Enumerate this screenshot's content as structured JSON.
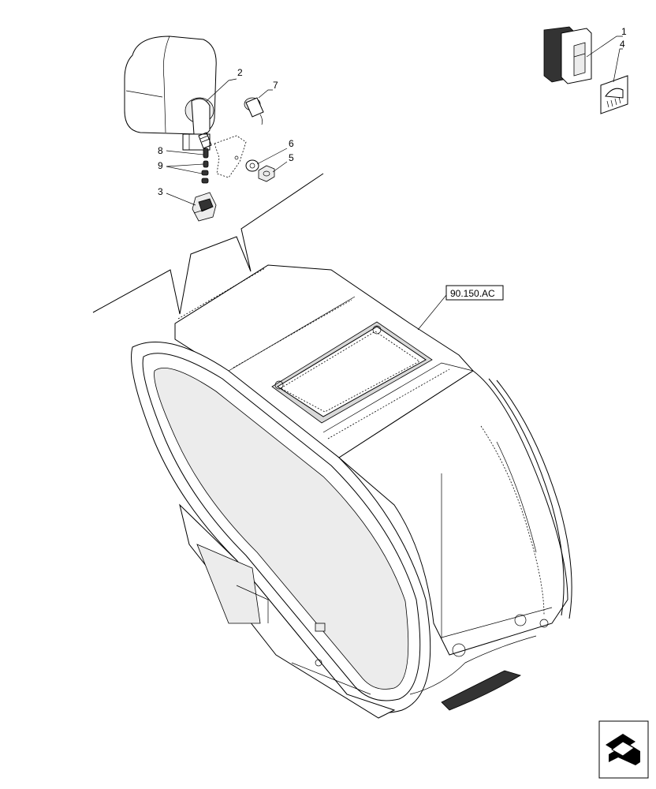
{
  "callouts": {
    "c1": "1",
    "c2": "2",
    "c3": "3",
    "c4": "4",
    "c5": "5",
    "c6": "6",
    "c7": "7",
    "c8": "8",
    "c9": "9"
  },
  "reference_label": "90.150.AC",
  "icons": {
    "work_light": "work-light-icon",
    "navigation": "next-page-arrow-icon"
  }
}
